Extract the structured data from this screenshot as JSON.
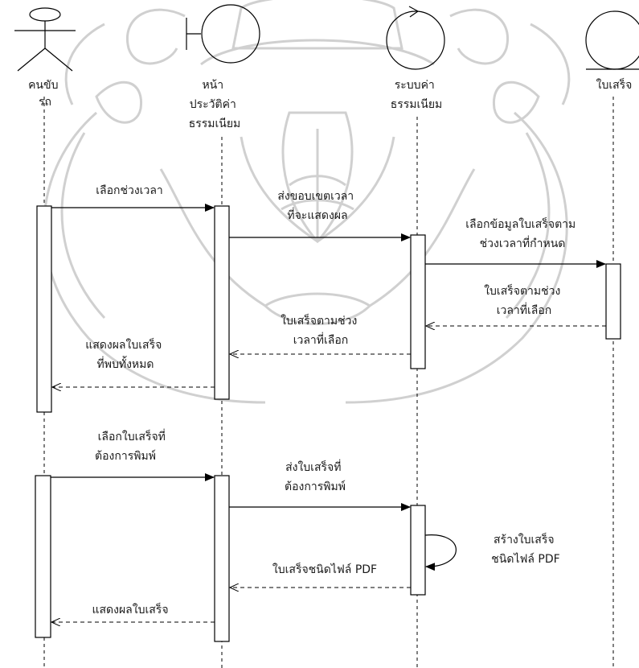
{
  "lifelines": [
    {
      "id": "driver",
      "type": "actor",
      "label_lines": [
        "คนขับ",
        "รถ"
      ]
    },
    {
      "id": "fee_history_page",
      "type": "boundary",
      "label_lines": [
        "หน้า",
        "ประวัติค่า",
        "ธรรมเนียม"
      ]
    },
    {
      "id": "fee_system",
      "type": "control",
      "label_lines": [
        "ระบบค่า",
        "ธรรมเนียม"
      ]
    },
    {
      "id": "receipt",
      "type": "entity",
      "label_lines": [
        "ใบเสร็จ"
      ]
    }
  ],
  "messages": [
    {
      "id": "m1",
      "kind": "sync",
      "label_lines": [
        "เลือกช่วงเวลา"
      ]
    },
    {
      "id": "m2",
      "kind": "sync",
      "label_lines": [
        "ส่งขอบเขตเวลา",
        "ที่จะแสดงผล"
      ]
    },
    {
      "id": "m3",
      "kind": "sync",
      "label_lines": [
        "เลือกข้อมูลใบเสร็จตาม",
        "ช่วงเวลาที่กำหนด"
      ]
    },
    {
      "id": "m4",
      "kind": "return",
      "label_lines": [
        "ใบเสร็จตามช่วง",
        "เวลาที่เลือก"
      ]
    },
    {
      "id": "m5",
      "kind": "return",
      "label_lines": [
        "ใบเสร็จตามช่วง",
        "เวลาที่เลือก"
      ]
    },
    {
      "id": "m6",
      "kind": "return",
      "label_lines": [
        "แสดงผลใบเสร็จ",
        "ที่พบทั้งหมด"
      ]
    },
    {
      "id": "m7",
      "kind": "sync",
      "label_lines": [
        "เลือกใบเสร็จที่",
        "ต้องการพิมพ์"
      ]
    },
    {
      "id": "m8",
      "kind": "sync",
      "label_lines": [
        "ส่งใบเสร็จที่",
        "ต้องการพิมพ์"
      ]
    },
    {
      "id": "m9",
      "kind": "self",
      "label_lines": [
        "สร้างใบเสร็จ",
        "ชนิดไฟล์ PDF"
      ]
    },
    {
      "id": "m10",
      "kind": "return",
      "label_lines": [
        "ใบเสร็จชนิดไฟล์ PDF"
      ]
    },
    {
      "id": "m11",
      "kind": "return",
      "label_lines": [
        "แสดงผลใบเสร็จ"
      ]
    }
  ]
}
